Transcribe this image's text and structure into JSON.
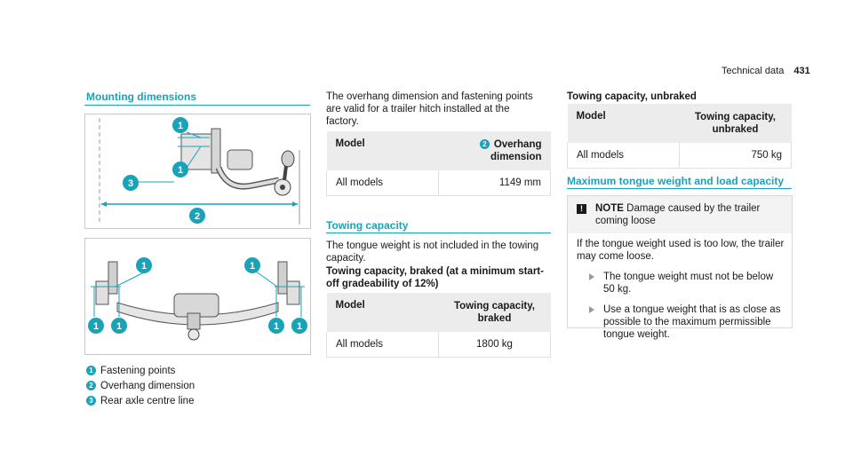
{
  "header": {
    "section": "Technical data",
    "page_number": "431"
  },
  "col1": {
    "title": "Mounting dimensions",
    "legend": [
      {
        "num": "1",
        "text": "Fastening points"
      },
      {
        "num": "2",
        "text": "Overhang dimension"
      },
      {
        "num": "3",
        "text": "Rear axle centre line"
      }
    ],
    "figure_badges": {
      "b1": "1",
      "b2": "2",
      "b3": "3"
    }
  },
  "col2": {
    "intro": "The overhang dimension and fastening points are valid for a trailer hitch installed at the factory.",
    "table1": {
      "col_model": "Model",
      "badge": "2",
      "col_overhang": "Overhang dimension",
      "row_model": "All models",
      "row_value": "1149 mm"
    },
    "towing_title": "Towing capacity",
    "towing_text": "The tongue weight is not included in the towing capacity.",
    "braked_title": "Towing capacity, braked (at a minimum start-off gradeability of 12%)",
    "table2": {
      "col_model": "Model",
      "col_value": "Towing capacity, braked",
      "row_model": "All models",
      "row_value": "1800 kg"
    }
  },
  "col3": {
    "unbraked_title": "Towing capacity, unbraked",
    "table3": {
      "col_model": "Model",
      "col_value": "Towing capacity, unbraked",
      "row_model": "All models",
      "row_value": "750 kg"
    },
    "max_title": "Maximum tongue weight and load capacity",
    "note": {
      "icon": "!",
      "label": "NOTE",
      "text": "Damage caused by the trailer coming loose",
      "body": "If the tongue weight used is too low, the trailer may come loose.",
      "bullets": [
        "The tongue weight must not be below 50 kg.",
        "Use a tongue weight that is as close as possible to the maximum permissible tongue weight."
      ]
    }
  },
  "colors": {
    "accent": "#1aa3b8"
  }
}
